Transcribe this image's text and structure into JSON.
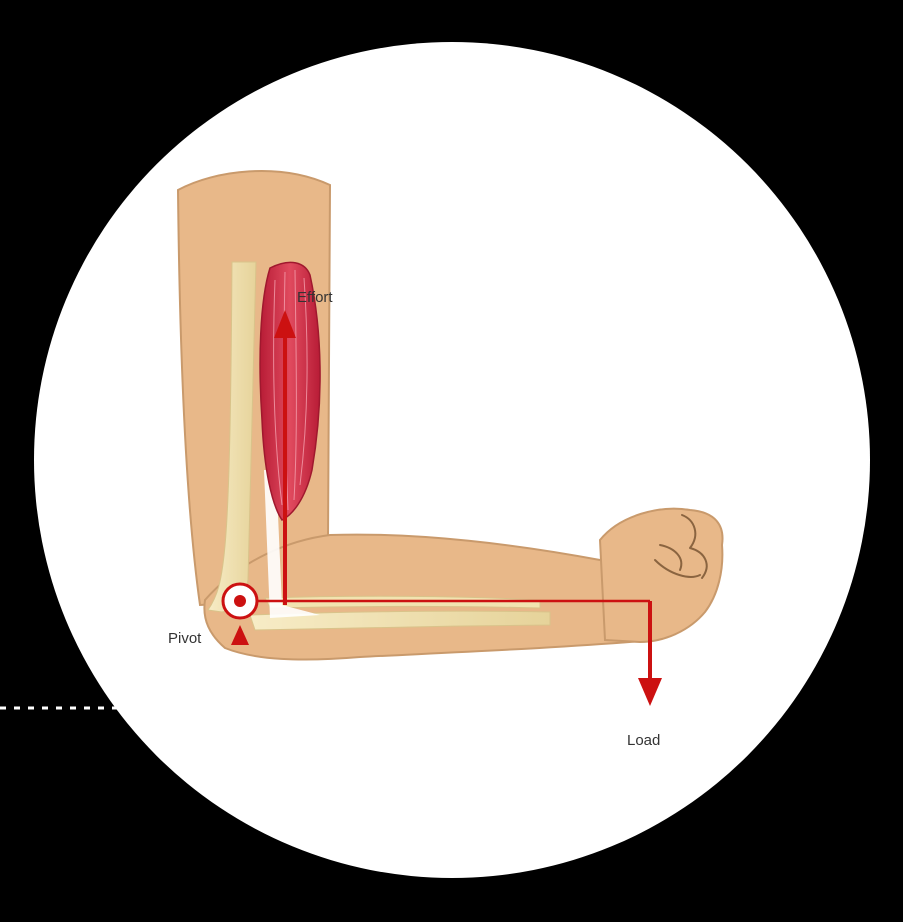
{
  "diagram": {
    "labels": {
      "effort": "Effort",
      "pivot": "Pivot",
      "load": "Load"
    }
  },
  "colors": {
    "background": "#000000",
    "frame_ring": "#000000",
    "inner_circle": "#ffffff",
    "skin": "#e8b889",
    "skin_outline": "#c99a6c",
    "bone": "#f2e3b0",
    "muscle": "#d23048",
    "arrow": "#cc1111",
    "dotted_line": "#ffffff"
  },
  "icons": {
    "pivot": "pivot-circle-icon",
    "effort_arrow": "arrow-up-icon",
    "load_arrow": "arrow-down-icon"
  }
}
